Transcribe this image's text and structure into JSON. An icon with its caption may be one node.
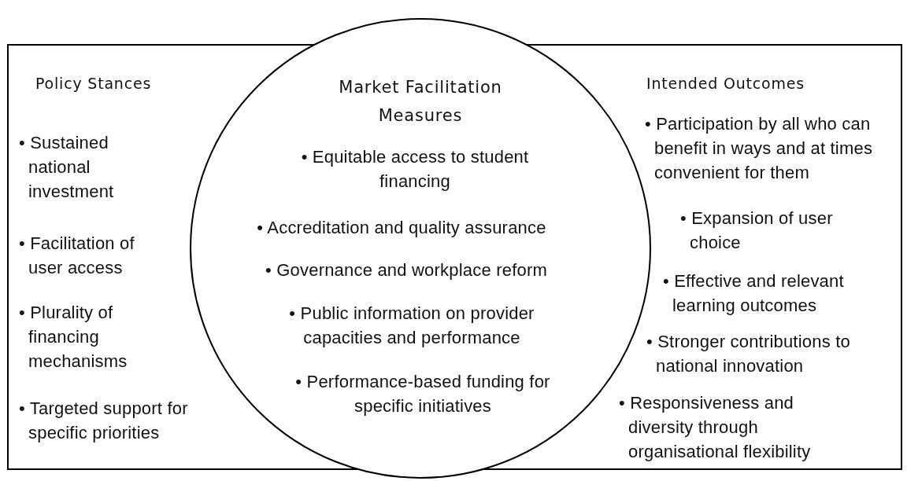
{
  "diagram": {
    "nodes": [
      {
        "text": [
          "Policy Stances",
          "• Sustained national investment",
          "• Facilitation of user access",
          "• Plurality of financing mechanisms",
          "• Targeted support for specific priorities",
          "Intended Outcomes",
          "• Participation by all who can benefit in ways and at times convenient for them",
          "• Expansion of user choice",
          "• Effective and relevant learning outcomes",
          "• Stronger contributions to national innovation",
          "• Responsiveness and diversity through organisational flexibility"
        ]
      },
      {
        "text": [
          "Market Facilitation Measures",
          "• Equitable access to student financing",
          "• Accreditation and quality assurance",
          "• Governance and workplace reform",
          "• Public information on provider capacities and performance",
          "• Performance-based funding for specific initiatives"
        ]
      }
    ]
  }
}
